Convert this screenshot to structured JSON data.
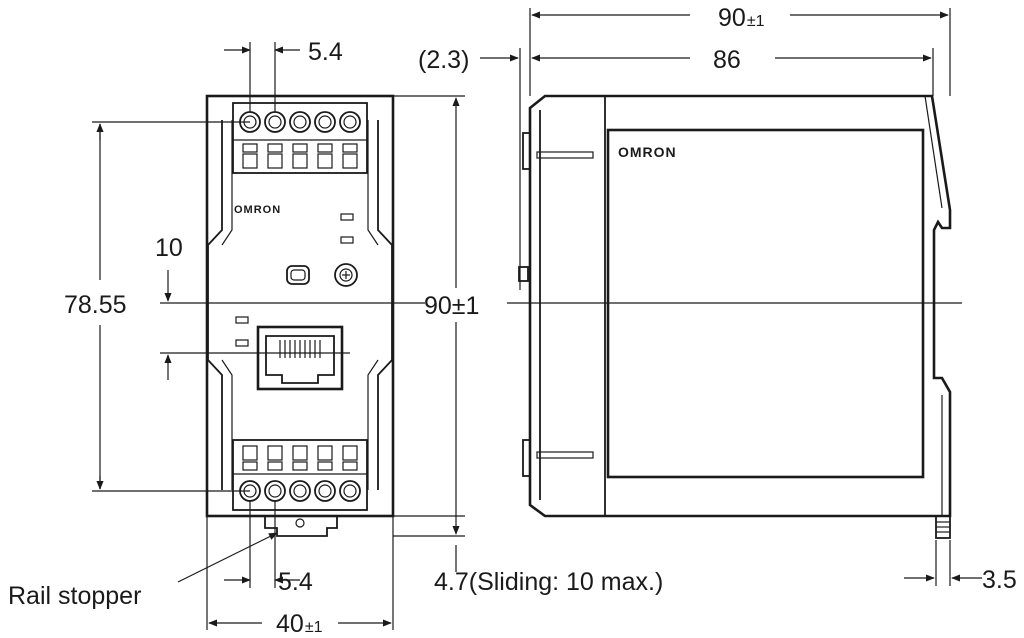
{
  "brand": "OMRON",
  "front_view": {
    "terminal_pitch_top": "5.4",
    "terminal_pitch_bottom": "5.4",
    "height_between_terminals": "78.55",
    "connector_offset": "10",
    "height": "90±1",
    "width_value": "40",
    "width_tolerance": "±1",
    "rail_stopper_label": "Rail stopper",
    "sliding_note": "4.7(Sliding: 10 max.)"
  },
  "side_view": {
    "overall_depth_value": "90",
    "overall_depth_tolerance": "±1",
    "body_depth": "86",
    "rail_offset": "(2.3)",
    "stopper_thickness": "3.5"
  }
}
